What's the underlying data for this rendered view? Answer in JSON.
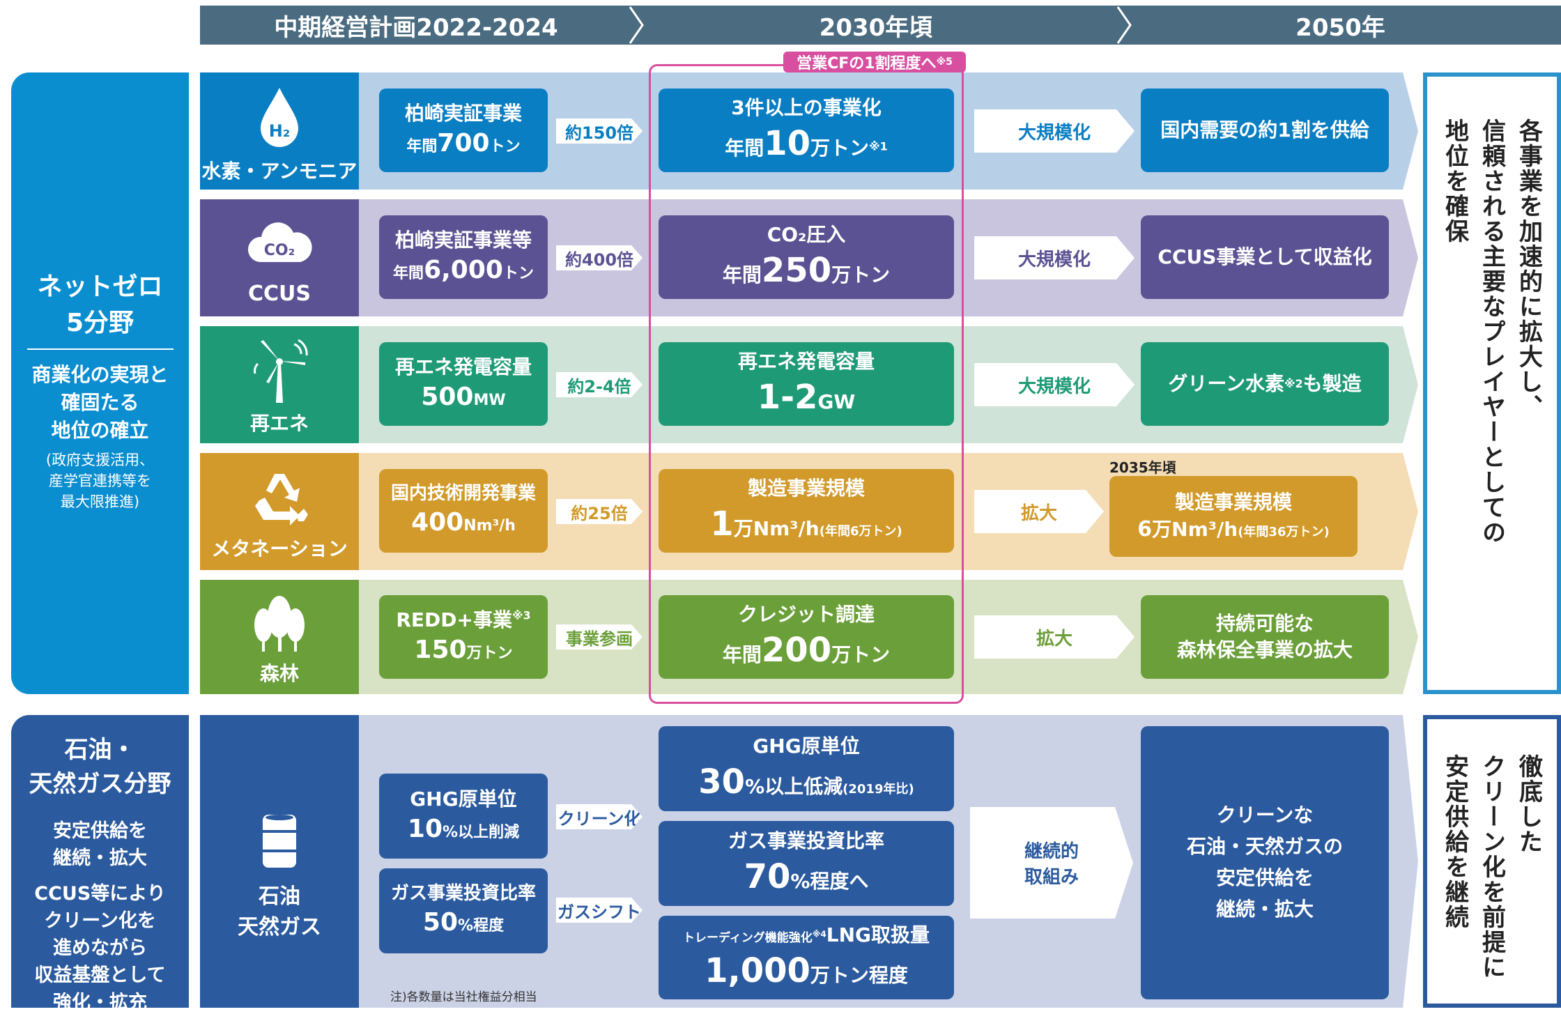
{
  "header": {
    "col1": "中期経営計画2022-2024",
    "col2": "2030年頃",
    "col3": "2050年"
  },
  "highlight_label": "営業CFの1割程度へ",
  "highlight_note": "※5",
  "netzero": {
    "title1": "ネットゼロ",
    "title2": "5分野",
    "sub1": "商業化の実現と",
    "sub2": "確固たる",
    "sub3": "地位の確立",
    "note1": "(政府支援活用、",
    "note2": "産学官連携等を",
    "note3": "最大限推進)"
  },
  "oilgas": {
    "title1": "石油・",
    "title2": "天然ガス分野",
    "l1": "安定供給を",
    "l2": "継続・拡大",
    "l3": "CCUS等により",
    "l4": "クリーン化を",
    "l5": "進めながら",
    "l6": "収益基盤として",
    "l7": "強化・拡充"
  },
  "rows": [
    {
      "icon": "hydrogen-drop-icon",
      "icon_text": "H₂",
      "label": "水素・アンモニア",
      "c1a": "柏崎実証事業",
      "c1p": "年間",
      "c1n": "700",
      "c1u": "トン",
      "mult": "約150倍",
      "c2a": "3件以上の事業化",
      "c2p": "年間",
      "c2n": "10",
      "c2u": "万トン",
      "c2note": "※1",
      "arrow": "大規模化",
      "c3a": "国内需要の約1割を供給"
    },
    {
      "icon": "co2-cloud-icon",
      "icon_text": "CO₂",
      "label": "CCUS",
      "c1a": "柏崎実証事業等",
      "c1p": "年間",
      "c1n": "6,000",
      "c1u": "トン",
      "mult": "約400倍",
      "c2a": "CO₂圧入",
      "c2p": "年間",
      "c2n": "250",
      "c2u": "万トン",
      "arrow": "大規模化",
      "c3a": "CCUS事業として収益化"
    },
    {
      "icon": "wind-turbine-icon",
      "label": "再エネ",
      "c1a": "再エネ発電容量",
      "c1n": "500",
      "c1u": "MW",
      "mult": "約2-4倍",
      "c2a": "再エネ発電容量",
      "c2n": "1-2",
      "c2u": "GW",
      "arrow": "大規模化",
      "c3a": "グリーン水素",
      "c3note": "※2",
      "c3b": "も製造"
    },
    {
      "icon": "recycle-icon",
      "label": "メタネーション",
      "c1a": "国内技術開発事業",
      "c1n": "400",
      "c1u": "Nm³/h",
      "mult": "約25倍",
      "c2a": "製造事業規模",
      "c2n": "1",
      "c2u": "万Nm³/h",
      "c2s": "(年間6万トン)",
      "arrow": "拡大",
      "c3year": "2035年頃",
      "c3a": "製造事業規模",
      "c3n": "6",
      "c3u": "万Nm³/h",
      "c3s": "(年間36万トン)"
    },
    {
      "icon": "forest-trees-icon",
      "label": "森林",
      "c1a": "REDD+事業",
      "c1note": "※3",
      "c1n": "150",
      "c1u": "万トン",
      "mult": "事業参画",
      "c2a": "クレジット調達",
      "c2p": "年間",
      "c2n": "200",
      "c2u": "万トン",
      "arrow": "拡大",
      "c3a": "持続可能な",
      "c3b": "森林保全事業の拡大"
    }
  ],
  "oil_row": {
    "icon": "oil-barrel-icon",
    "label1": "石油",
    "label2": "天然ガス",
    "m1a": "GHG原単位",
    "m1n": "10",
    "m1u": "%以上削減",
    "mult1": "クリーン化",
    "m2a": "ガス事業投資比率",
    "m2n": "50",
    "m2u": "%程度",
    "mult2": "ガスシフト",
    "b1a": "GHG原単位",
    "b1n": "30",
    "b1u": "%以上低減",
    "b1s": "(2019年比)",
    "b2a": "ガス事業投資比率",
    "b2n": "70",
    "b2u": "%程度へ",
    "b3pre": "トレーディング機能強化",
    "b3note": "※4",
    "b3a": "LNG取扱量",
    "b3n": "1,000",
    "b3u": "万トン程度",
    "arrow1": "継続的",
    "arrow2": "取組み",
    "f1": "クリーンな",
    "f2": "石油・天然ガスの",
    "f3": "安定供給を",
    "f4": "継続・拡大"
  },
  "footnote": "注)各数量は当社権益分相当",
  "right_top": {
    "c1": "各事業を加速的に拡大し、",
    "c2": "信頼される主要なプレイヤーとしての",
    "c3": "地位を確保"
  },
  "right_bottom": {
    "c1": "徹底した",
    "c2": "クリーン化を前提に",
    "c3": "安定供給を継続"
  },
  "colors": {
    "header": "#4a6b80",
    "hydrogen": "#0a7ec2",
    "ccus": "#5b5293",
    "renew": "#1f9a76",
    "methan": "#d19a2a",
    "forest": "#6b9f3a",
    "oil": "#2b5a9e",
    "highlight": "#d94fa0",
    "netzero": "#0a8ed0"
  }
}
